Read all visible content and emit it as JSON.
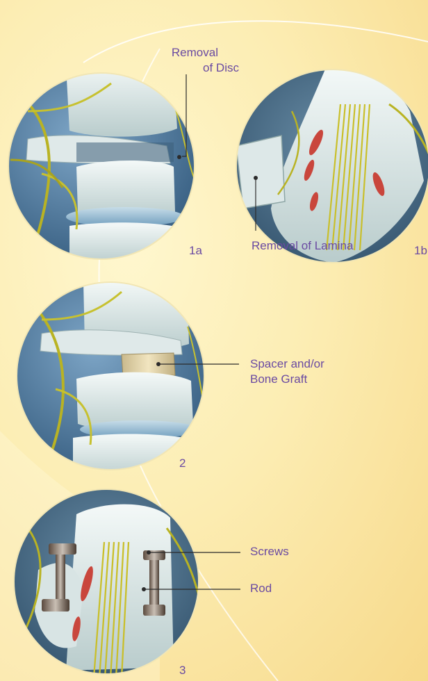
{
  "labels": {
    "removal_disc_line1": "Removal",
    "removal_disc_line2": "of Disc",
    "removal_lamina": "Removal of Lamina",
    "spacer_line1": "Spacer and/or",
    "spacer_line2": "Bone Graft",
    "screws": "Screws",
    "rod": "Rod"
  },
  "steps": {
    "s1a": "1a",
    "s1b": "1b",
    "s2": "2",
    "s3": "3"
  },
  "colors": {
    "label_text": "#6a4aa2",
    "leader_line": "#2b2b2b",
    "bone": "#e4eeee",
    "disc": "#9fc2d8",
    "nerve": "#b9b323",
    "background_sky": "#4f7fa5"
  }
}
